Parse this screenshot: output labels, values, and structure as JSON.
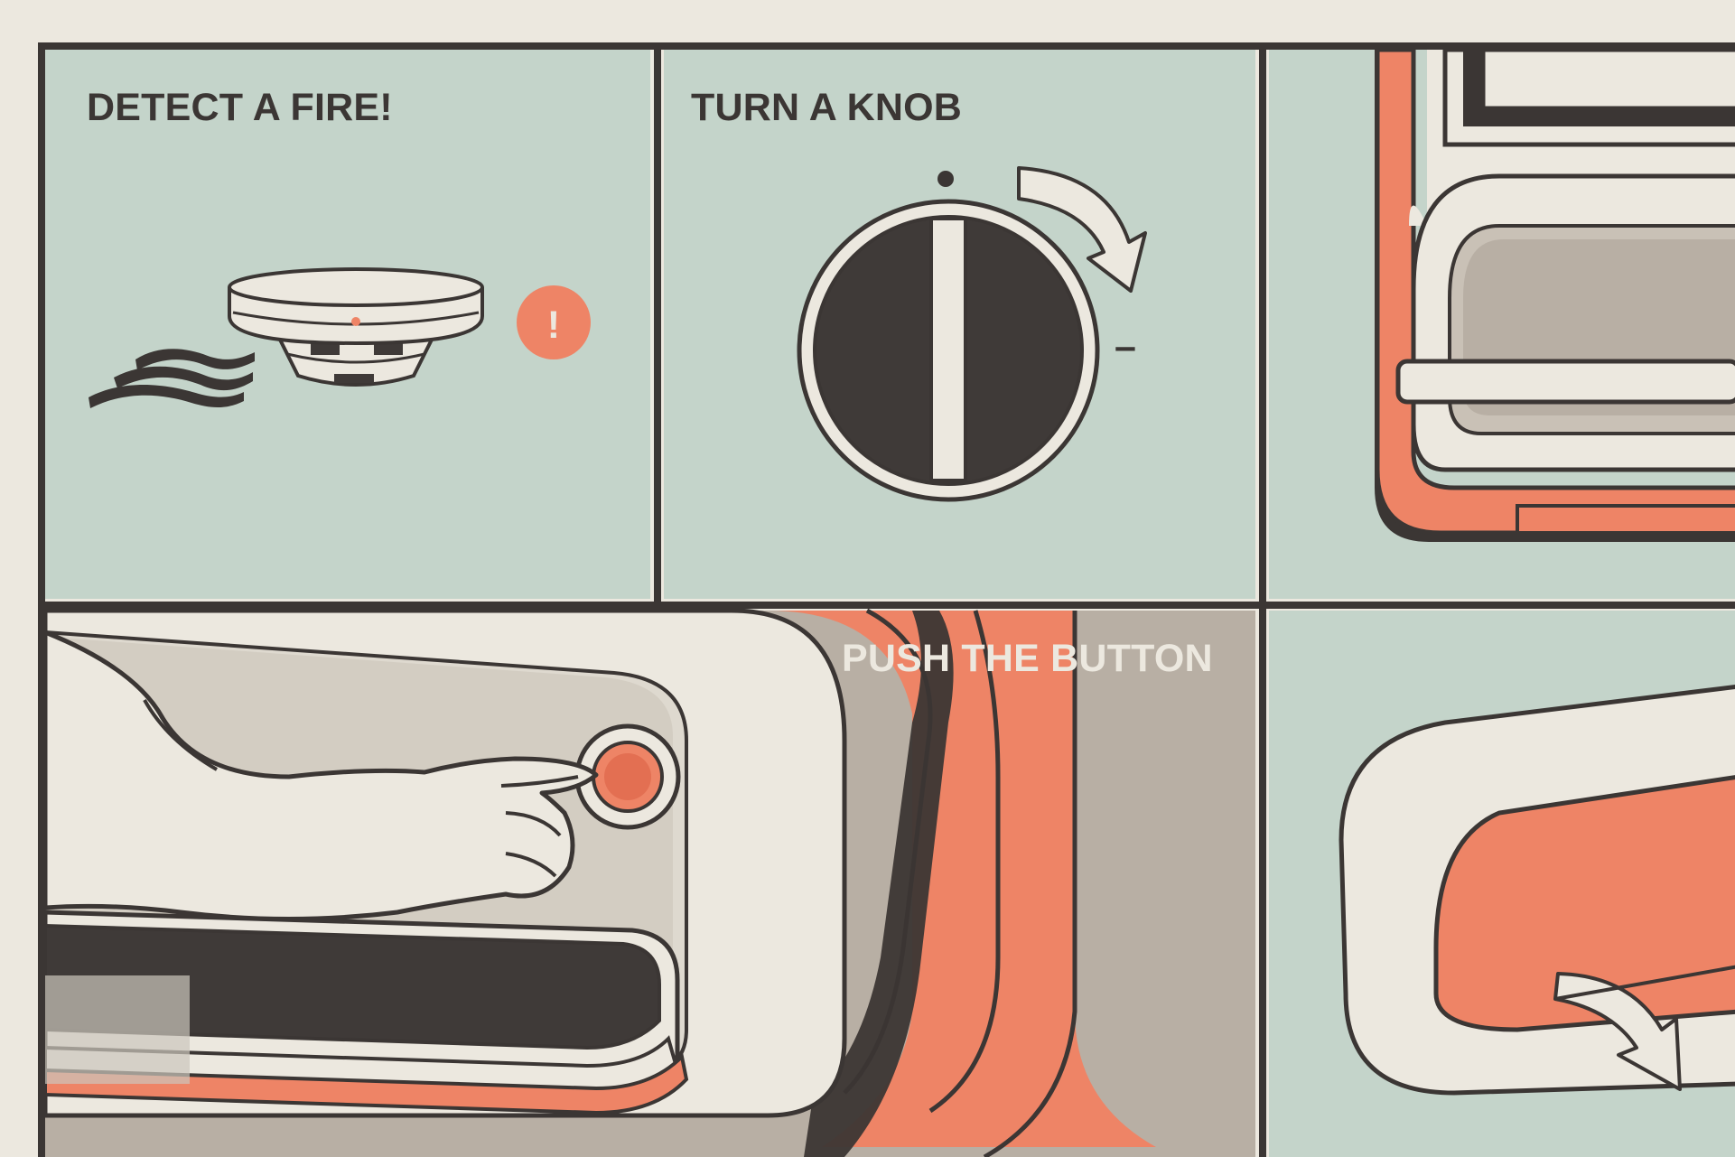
{
  "panels": {
    "detect": {
      "caption": "DETECT A FIRE!",
      "alert_symbol": "!"
    },
    "knob": {
      "caption": "TURN A KNOB",
      "dash_symbol": "–"
    },
    "button": {
      "caption": "PUSH THE BUTTON"
    }
  },
  "icons": {
    "smoke": "smoke-waves-icon",
    "smoke_detector": "smoke-detector-icon",
    "alert": "alert-badge-icon",
    "knob": "control-knob-icon",
    "rotate_arrow": "rotate-arrow-icon",
    "pull_arrow": "pull-arrow-icon"
  },
  "colors": {
    "paper": "#ece8df",
    "mint": "#c4d4ca",
    "ink": "#3b3634",
    "coral": "#ee8466",
    "cream": "#ece8df",
    "taupe": "#b8afa4",
    "dark": "#3f3a38"
  }
}
